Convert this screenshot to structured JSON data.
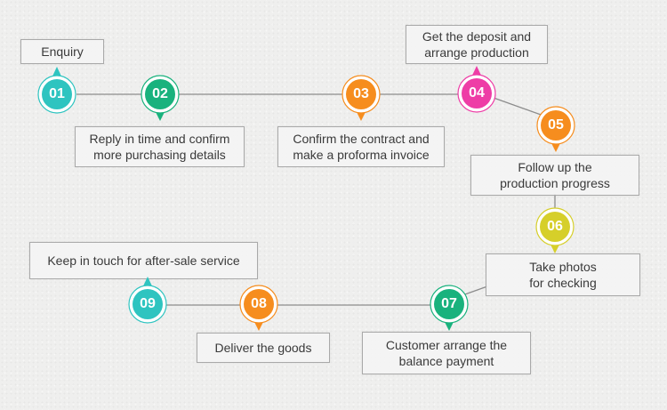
{
  "colors": {
    "teal": "#2ec4c0",
    "green": "#19b27d",
    "orange": "#f68d1e",
    "magenta": "#ee3da6",
    "yellow": "#d6cf2a",
    "line": "#8c8c8c"
  },
  "steps": [
    {
      "number": "01",
      "label": "Enquiry",
      "color": "#2ec4c0",
      "pointer": "up"
    },
    {
      "number": "02",
      "label": "Reply in time and confirm\nmore purchasing details",
      "color": "#19b27d",
      "pointer": "down"
    },
    {
      "number": "03",
      "label": "Confirm the contract and\nmake a proforma invoice",
      "color": "#f68d1e",
      "pointer": "down"
    },
    {
      "number": "04",
      "label": "Get the deposit and\narrange production",
      "color": "#ee3da6",
      "pointer": "up"
    },
    {
      "number": "05",
      "label": "Follow up the\nproduction progress",
      "color": "#f68d1e",
      "pointer": "down"
    },
    {
      "number": "06",
      "label": "Take photos\nfor checking",
      "color": "#d6cf2a",
      "pointer": "down"
    },
    {
      "number": "07",
      "label": "Customer arrange the\nbalance payment",
      "color": "#19b27d",
      "pointer": "down"
    },
    {
      "number": "08",
      "label": "Deliver the goods",
      "color": "#f68d1e",
      "pointer": "down"
    },
    {
      "number": "09",
      "label": "Keep in touch for after-sale service",
      "color": "#2ec4c0",
      "pointer": "up"
    }
  ]
}
